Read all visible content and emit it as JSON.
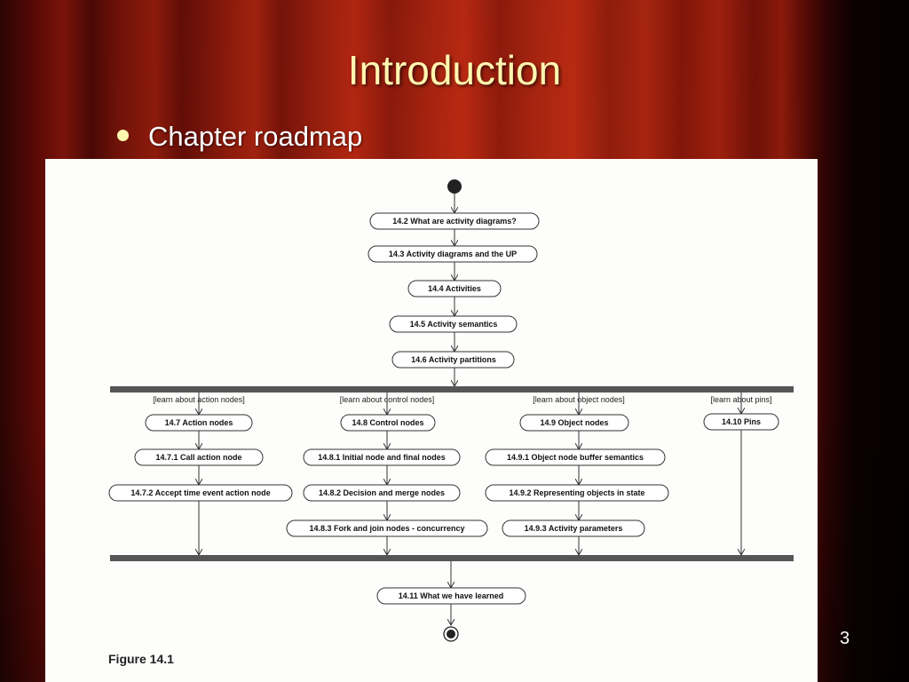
{
  "slide": {
    "title": "Introduction",
    "bullet": "Chapter roadmap",
    "page_number": "3",
    "figure_caption": "Figure 14.1"
  },
  "diagram": {
    "sequence": [
      "14.2 What are activity diagrams?",
      "14.3 Activity diagrams and the UP",
      "14.4 Activities",
      "14.5 Activity semantics",
      "14.6 Activity partitions"
    ],
    "branches": [
      {
        "guard": "[learn about action nodes]",
        "nodes": [
          "14.7 Action nodes",
          "14.7.1  Call action node",
          "14.7.2 Accept time event action node"
        ]
      },
      {
        "guard": "[learn about control nodes]",
        "nodes": [
          "14.8 Control nodes",
          "14.8.1 Initial node and final nodes",
          "14.8.2 Decision and merge nodes",
          "14.8.3 Fork and join nodes - concurrency"
        ]
      },
      {
        "guard": "[learn about object nodes]",
        "nodes": [
          "14.9 Object nodes",
          "14.9.1 Object node buffer semantics",
          "14.9.2 Representing objects in state",
          "14.9.3 Activity parameters"
        ]
      },
      {
        "guard": "[learn about pins]",
        "nodes": [
          "14.10 Pins"
        ]
      }
    ],
    "final_node": "14.11 What we have learned"
  }
}
